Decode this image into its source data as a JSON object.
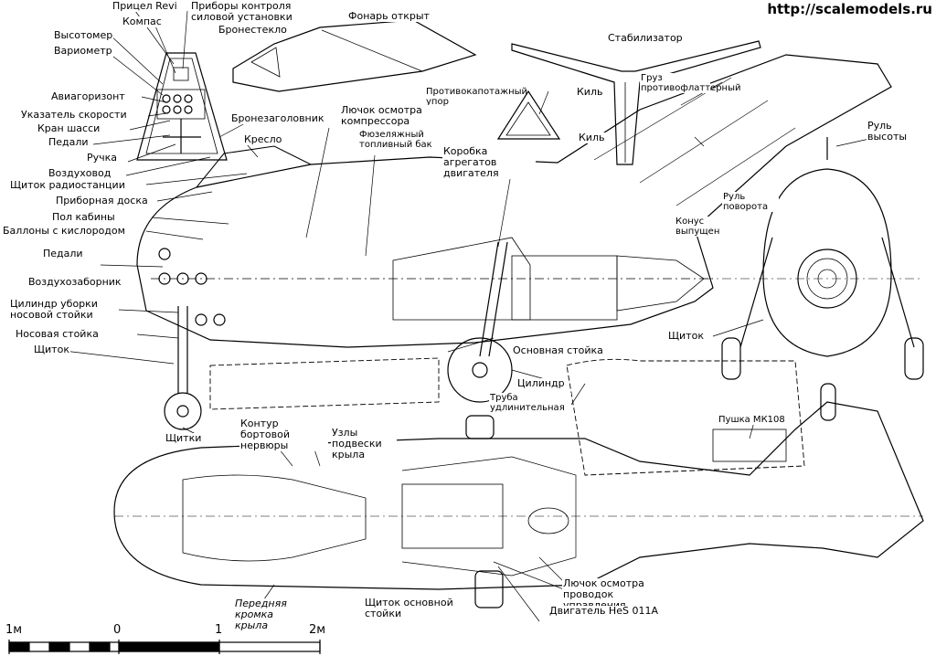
{
  "watermark": "http://scalemodels.ru",
  "scale": {
    "ticks": [
      "1м",
      "0",
      "1",
      "2м"
    ]
  },
  "labels": {
    "revi_sight": "Прицел Revi",
    "compass": "Компас",
    "powerplant_instruments": "Приборы контроля силовой установки",
    "canopy_open": "Фонарь открыт",
    "altimeter": "Высотомер",
    "armored_glass": "Бронестекло",
    "variometer": "Вариометр",
    "stabilizer": "Стабилизатор",
    "attitude_indicator": "Авиагоризонт",
    "fire_stop": "Противокапотажный упор",
    "fin1": "Киль",
    "antiflutter_weight": "Груз противофлаттерный",
    "airspeed": "Указатель скорости",
    "gear_valve": "Кран шасси",
    "armored_headrest": "Бронезаголовник",
    "compressor_hatch": "Лючок осмотра компрессора",
    "pedals1": "Педали",
    "fuel_tank": "Фюзеляжный топливный бак",
    "fin2": "Киль",
    "elevator": "Руль высоты",
    "seat": "Кресло",
    "handle": "Ручка",
    "accessory_box": "Коробка агрегатов двигателя",
    "air_duct": "Воздуховод",
    "radio_panel": "Щиток радиостанции",
    "rudder": "Руль поворота",
    "instrument_panel": "Приборная доска",
    "cockpit_floor": "Пол кабины",
    "cone": "Конус выпущен",
    "oxygen": "Баллоны с кислородом",
    "pedals2": "Педали",
    "intake": "Воздухозаборник",
    "nose_retract_cyl": "Цилиндр уборки носовой стойки",
    "nose_strut": "Носовая стойка",
    "flap_panel1": "Щиток",
    "main_strut": "Основная стойка",
    "flap_panel2": "Щиток",
    "cylinder": "Цилиндр",
    "extension_pipe": "Труба удлинительная",
    "cannon": "Пушка МК108",
    "flaps": "Щитки",
    "rib_contour": "Контур бортовой нервюры",
    "wing_mounts": "Узлы подвески крыла",
    "leading_edge": "Передняя кромка крыла",
    "control_hatch": "Лючок осмотра проводок управления",
    "main_gear_door": "Щиток основной стойки",
    "engine": "Двигатель HeS 011A"
  }
}
